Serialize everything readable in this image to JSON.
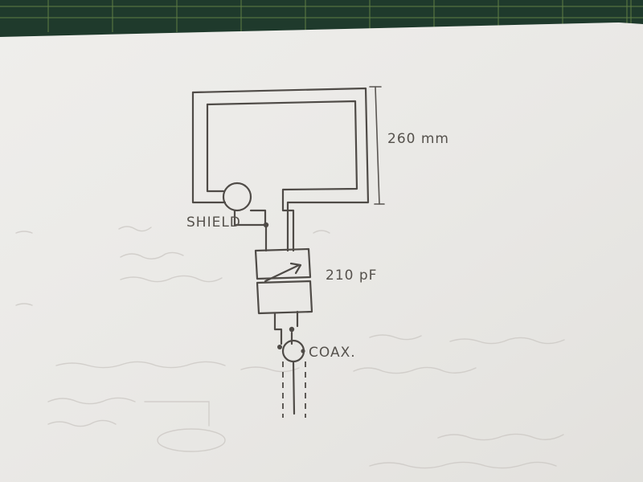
{
  "labels": {
    "dimension": "260 mm",
    "shield": "SHIELD",
    "capacitor": "210 pF",
    "coax": "COAX."
  },
  "colors": {
    "mat": "#1f3a2c",
    "paper": "#ecebe8",
    "ink": "#4f4b47"
  }
}
